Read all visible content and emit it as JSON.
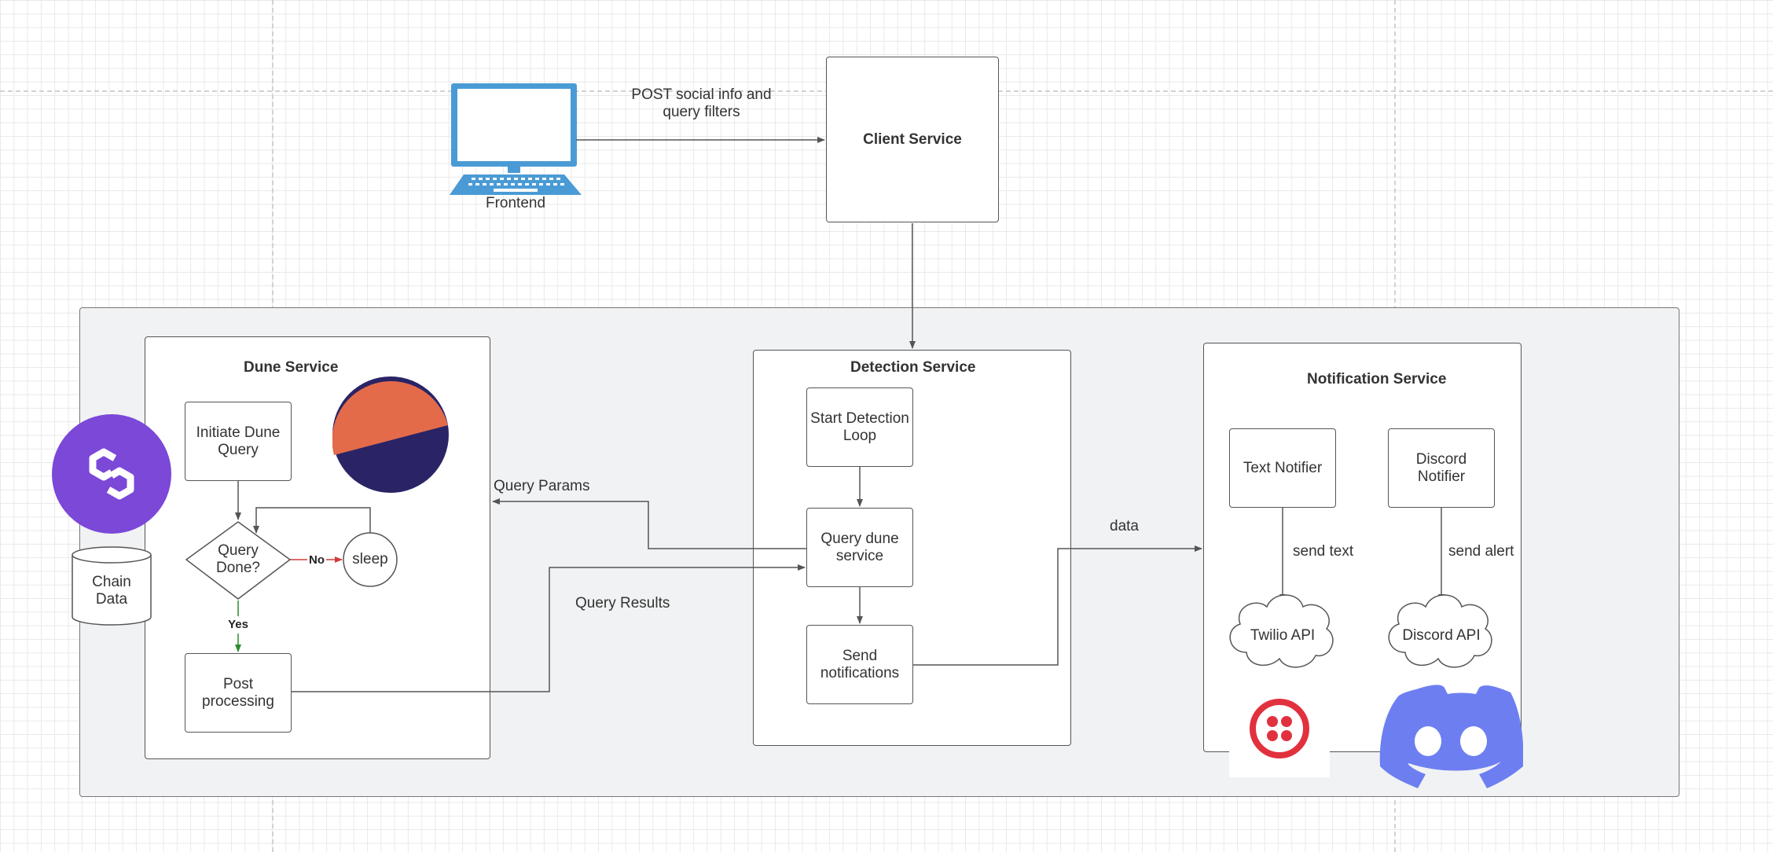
{
  "colors": {
    "frontend_blue": "#4a9bd5",
    "polygon_purple": "#7b48d8",
    "pie_orange": "#e36b4a",
    "pie_navy": "#2a2466",
    "twilio_red": "#e2313e",
    "discord_blurple": "#6d7ff0",
    "yes_green": "#2e8b2e",
    "no_red": "#d23b3b"
  },
  "frontend": {
    "label": "Frontend",
    "icon": "laptop-icon"
  },
  "client_service": {
    "title": "Client Service"
  },
  "edges": {
    "post_label_line1": "POST  social info and",
    "post_label_line2": "query filters",
    "query_params": "Query Params",
    "query_results": "Query Results",
    "data": "data",
    "send_text": "send text",
    "send_alert": "send alert",
    "no": "No",
    "yes": "Yes"
  },
  "dune_service": {
    "title": "Dune Service",
    "initiate": "Initiate Dune Query",
    "decision": "Query Done?",
    "sleep": "sleep",
    "post_processing": "Post processing"
  },
  "detection_service": {
    "title": "Detection Service",
    "start_loop": "Start Detection Loop",
    "query_dune": "Query dune service",
    "send_notifications": "Send notifications"
  },
  "notification_service": {
    "title": "Notification Service",
    "text_notifier": "Text Notifier",
    "discord_notifier": "Discord Notifier",
    "twilio_api": "Twilio API",
    "discord_api": "Discord API"
  },
  "chain_data": {
    "label": "Chain Data"
  }
}
